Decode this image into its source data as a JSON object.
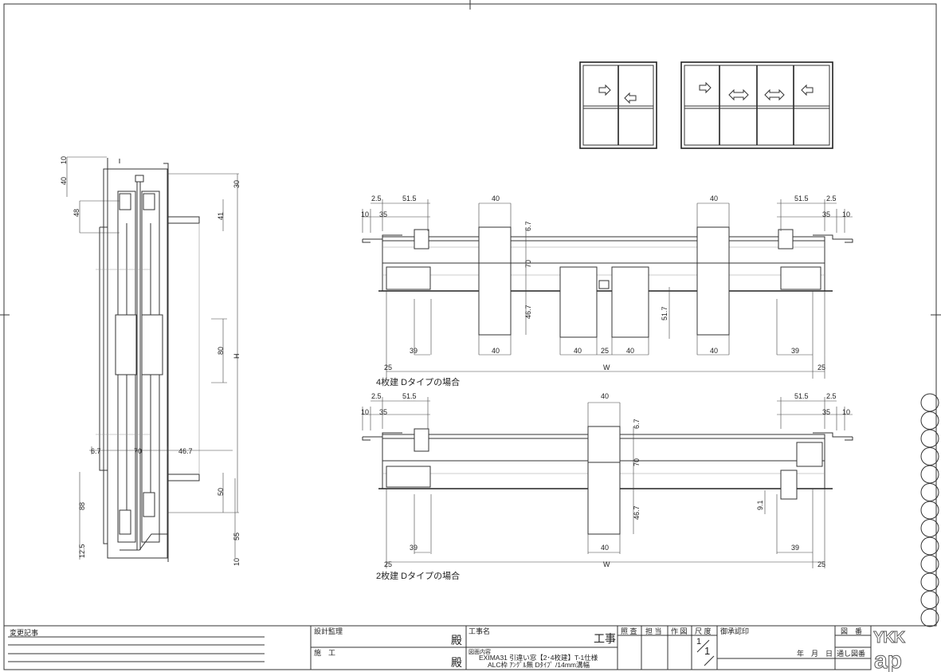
{
  "section": {
    "dims": [
      "10",
      "40",
      "48",
      "30",
      "41",
      "80",
      "H",
      "6.7",
      "70",
      "46.7",
      "88",
      "50",
      "55",
      "12.5",
      "10"
    ]
  },
  "plan4": {
    "top_dims": [
      "2.5",
      "51.5",
      "40",
      "40",
      "51.5",
      "2.5"
    ],
    "top_dims2": [
      "10",
      "35",
      "35",
      "10"
    ],
    "vert_dims": [
      "6.7",
      "70",
      "46.7",
      "51.7"
    ],
    "bottom_dims": [
      "39",
      "40",
      "40",
      "25",
      "40",
      "40",
      "39"
    ],
    "overall": [
      "25",
      "W",
      "25"
    ],
    "caption": "4枚建 Dタイプの場合"
  },
  "plan2": {
    "top_dims": [
      "2.5",
      "51.5",
      "40",
      "51.5",
      "2.5"
    ],
    "top_dims2": [
      "10",
      "35",
      "35",
      "10"
    ],
    "vert_dims": [
      "6.7",
      "70",
      "46.7",
      "9.1"
    ],
    "bottom_dims": [
      "39",
      "40",
      "39"
    ],
    "overall": [
      "25",
      "W",
      "25"
    ],
    "caption": "2枚建 Dタイプの場合"
  },
  "title_block": {
    "change_record": "変更記事",
    "design_supervision": "設計監理",
    "honorific1": "殿",
    "construction": "施　工",
    "honorific2": "殿",
    "project_name_label": "工事名",
    "project_suffix": "工事",
    "drawing_content_label": "図面内容",
    "drawing_content_line1": "EXIMA31 引違い窓【2･4枚建】T-1仕様",
    "drawing_content_line2": "ALC枠 ｱﾝｸﾞﾙ無 Dﾀｲﾌﾟ /14mm溝幅",
    "check": "照 査",
    "charge": "担 当",
    "drafting": "作 図",
    "scale_label": "尺 度",
    "scale_num": "1",
    "scale_den": "1",
    "approval": "御承認印",
    "date": "年　月　日",
    "drawing_no": "図　番",
    "serial_no": "通し図番",
    "logo_top": "YKK",
    "logo_bottom": "ap"
  }
}
